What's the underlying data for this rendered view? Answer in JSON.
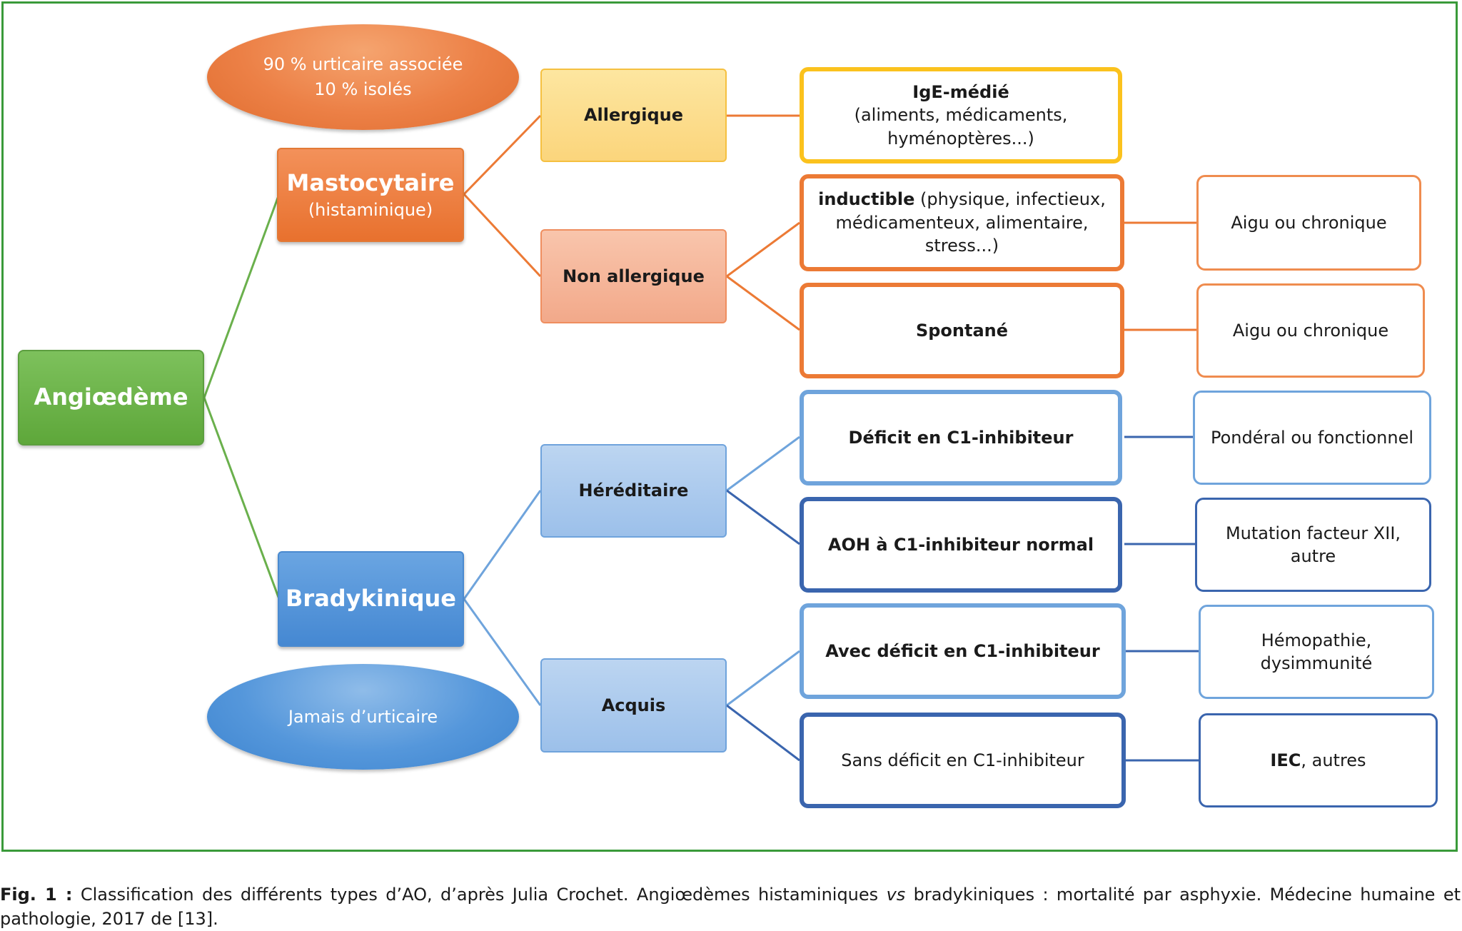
{
  "diagram": {
    "root": {
      "label": "Angiœdème"
    },
    "mastocytaire": {
      "title": "Mastocytaire",
      "subtitle": "(histaminique)",
      "note": {
        "line1": "90 % urticaire associée",
        "line2": "10 % isolés"
      },
      "allergique": {
        "label": "Allergique",
        "detail": {
          "title": "IgE-médié",
          "line1": "(aliments, médicaments,",
          "line2": "hyménoptères...)"
        }
      },
      "non_allergique": {
        "label": "Non allergique",
        "inductible": {
          "bold": "inductible",
          "rest1": " (physique, infectieux,",
          "line2": "médicamenteux, alimentaire,",
          "line3": "stress...)",
          "outcome": "Aigu ou chronique"
        },
        "spontane": {
          "label": "Spontané",
          "outcome": "Aigu ou chronique"
        }
      }
    },
    "bradykinique": {
      "title": "Bradykinique",
      "note": "Jamais d’urticaire",
      "hereditaire": {
        "label": "Héréditaire",
        "deficit": {
          "label": "Déficit en C1-inhibiteur",
          "outcome": "Pondéral ou fonctionnel"
        },
        "normal": {
          "label": "AOH à C1-inhibiteur normal",
          "outcome_line1": "Mutation facteur XII,",
          "outcome_line2": "autre"
        }
      },
      "acquis": {
        "label": "Acquis",
        "avec": {
          "label": "Avec déficit en C1-inhibiteur",
          "outcome_line1": "Hémopathie,",
          "outcome_line2": "dysimmunité"
        },
        "sans": {
          "label": "Sans déficit en C1-inhibiteur",
          "outcome_bold": "IEC",
          "outcome_rest": ", autres"
        }
      }
    }
  },
  "caption": {
    "fig_label": "Fig. 1 :",
    "text_1": " Classification des différents types d’AO, d’après Julia Crochet. Angiœdèmes histaminiques ",
    "text_vs": "vs",
    "text_2": " bradykiniques : mortalité par asphyxie. Médecine humaine et pathologie, 2017 de [13]."
  },
  "colors": {
    "frame": "#3a9a3a",
    "green": "#6ab04c",
    "orange": "#ec7a35",
    "yellow": "#fbc21d",
    "light_blue": "#6fa4dc",
    "dark_blue": "#3a65ae"
  }
}
